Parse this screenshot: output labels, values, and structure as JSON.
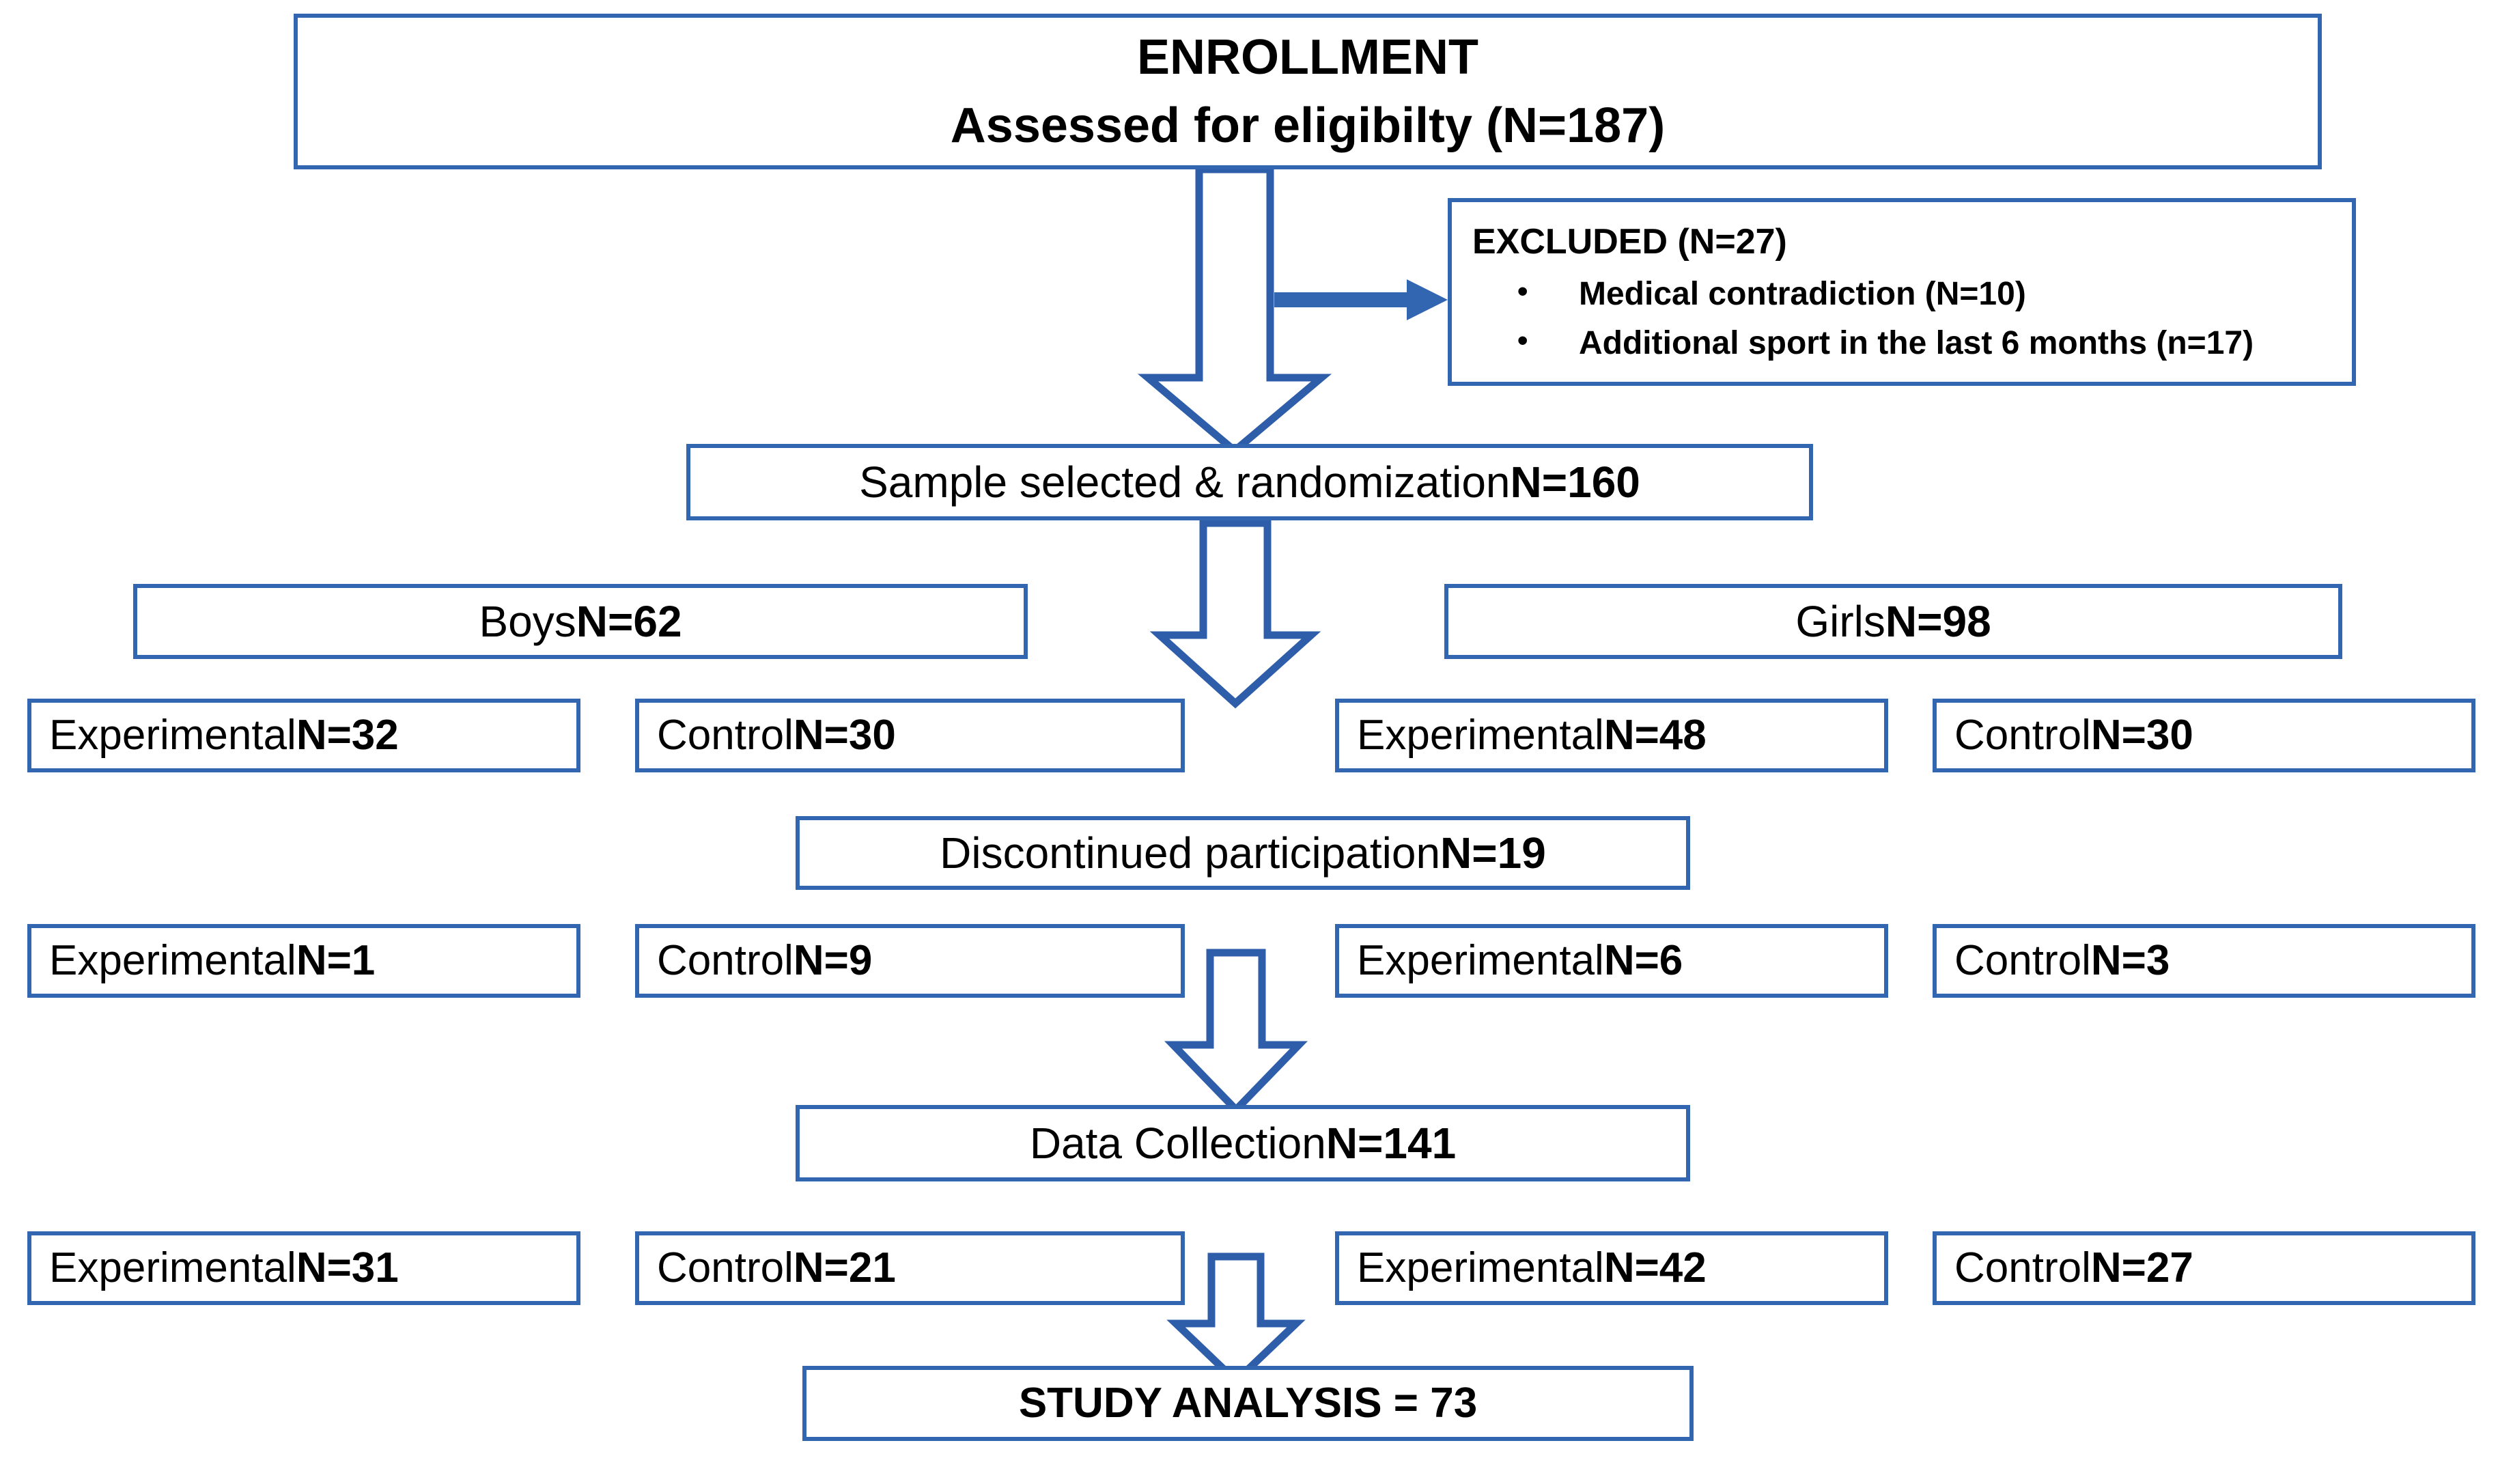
{
  "diagram": {
    "title": "CONSORT participant flow diagram",
    "accent_color": "#3366B0",
    "text_color": "#000000",
    "background_color": "#FFFFFF"
  },
  "enrollment": {
    "line1": "ENROLLMENT",
    "line2": "Assessed for eligibilty (N=187)"
  },
  "excluded": {
    "title": "EXCLUDED (N=27)",
    "reasons": [
      "Medical contradiction (N=10)",
      "Additional sport in the last 6 months (n=17)"
    ]
  },
  "sample": {
    "label": "Sample selected & randomization ",
    "value": "N=160"
  },
  "groups": {
    "boys": {
      "label": "Boys ",
      "value": "N=62"
    },
    "girls": {
      "label": "Girls ",
      "value": "N=98"
    }
  },
  "allocation_row": [
    {
      "label": "Experimental ",
      "value": "N=32"
    },
    {
      "label": "Control ",
      "value": "N=30"
    },
    {
      "label": "Experimental ",
      "value": "N=48"
    },
    {
      "label": "Control ",
      "value": "N=30"
    }
  ],
  "discontinued": {
    "label": "Discontinued participation ",
    "value": "N=19"
  },
  "discontinued_row": [
    {
      "label": "Experimental ",
      "value": "N=1"
    },
    {
      "label": "Control  ",
      "value": "N=9"
    },
    {
      "label": "Experimental ",
      "value": "N=6"
    },
    {
      "label": "Control ",
      "value": "N=3"
    }
  ],
  "data_collection": {
    "label": "Data Collection ",
    "value": "N=141"
  },
  "data_collection_row": [
    {
      "label": "Experimental ",
      "value": "N=31"
    },
    {
      "label": "Control  ",
      "value": "N=21"
    },
    {
      "label": "Experimental ",
      "value": "N=42"
    },
    {
      "label": "Control ",
      "value": "N=27"
    }
  ],
  "study_analysis": {
    "label": "STUDY ANALYSIS = 73"
  },
  "connectors": {
    "enrollment_to_sample": "block-down-arrow",
    "enrollment_to_excluded": "line-right-arrow",
    "sample_to_allocation": "block-down-arrow",
    "discontinued_to_collection": "block-down-arrow",
    "collection_to_analysis": "block-down-arrow"
  }
}
